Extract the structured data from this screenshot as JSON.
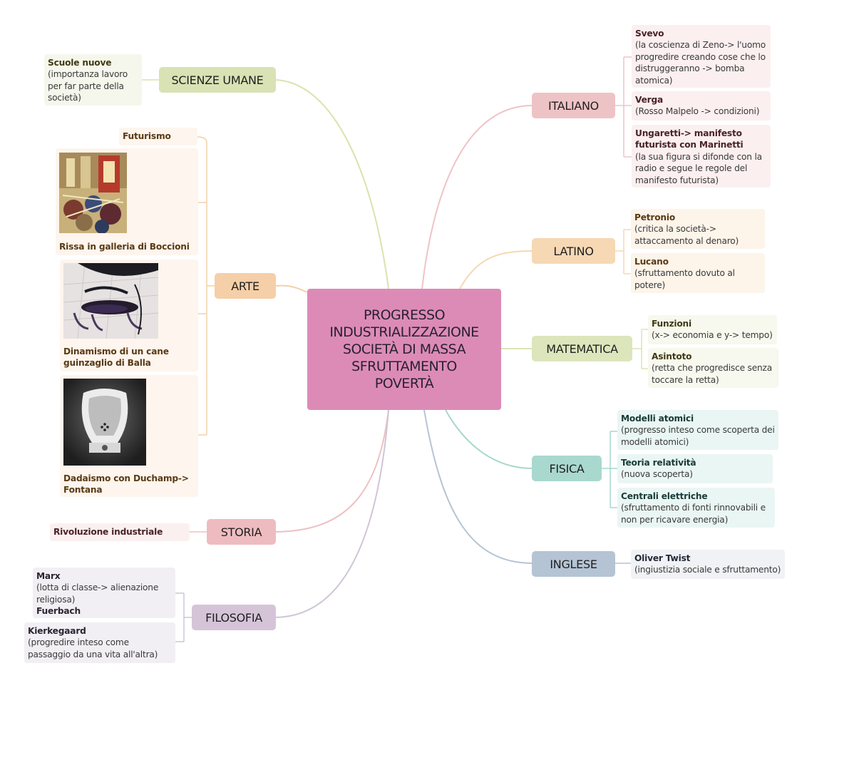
{
  "center": {
    "lines": [
      "PROGRESSO",
      "INDUSTRIALIZZAZIONE",
      "SOCIETÀ DI MASSA",
      "SFRUTTAMENTO",
      "POVERTÀ"
    ]
  },
  "branches": {
    "scienze_umane": {
      "label": "SCIENZE UMANE",
      "leaves": [
        {
          "title": "Scuole nuove",
          "desc": "(importanza lavoro per far parte della società)"
        }
      ]
    },
    "arte": {
      "label": "ARTE",
      "leaves": [
        {
          "title": "Futurismo"
        },
        {
          "caption": "Rissa in galleria di Boccioni"
        },
        {
          "caption": "Dinamismo di un cane guinzaglio di Balla"
        },
        {
          "caption": "Dadaismo con Duchamp-> Fontana"
        }
      ]
    },
    "storia": {
      "label": "STORIA",
      "leaves": [
        {
          "title": "Rivoluzione industriale"
        }
      ]
    },
    "filosofia": {
      "label": "FILOSOFIA",
      "leaves": [
        {
          "title": "Marx",
          "desc": "(lotta di classe-> alienazione religiosa)",
          "title2": "Fuerbach"
        },
        {
          "title": "Kierkegaard",
          "desc": "(progredire inteso come passaggio da una vita all'altra)"
        }
      ]
    },
    "italiano": {
      "label": "ITALIANO",
      "leaves": [
        {
          "title": "Svevo",
          "desc": "(la coscienza di Zeno-> l'uomo progredire creando cose che lo distruggeranno -> bomba atomica)"
        },
        {
          "title": "Verga",
          "desc": "(Rosso Malpelo -> condizioni)"
        },
        {
          "title": "Ungaretti-> manifesto futurista con Marinetti",
          "desc": "(la sua figura si difonde con la radio e segue le regole del manifesto futurista)"
        }
      ]
    },
    "latino": {
      "label": "LATINO",
      "leaves": [
        {
          "title": "Petronio",
          "desc": "(critica la società-> attaccamento al denaro)"
        },
        {
          "title": "Lucano",
          "desc": "(sfruttamento dovuto al potere)"
        }
      ]
    },
    "matematica": {
      "label": "MATEMATICA",
      "leaves": [
        {
          "title": "Funzioni",
          "desc": "(x-> economia e y-> tempo)"
        },
        {
          "title": "Asintoto",
          "desc": "(retta che progredisce senza toccare la retta)"
        }
      ]
    },
    "fisica": {
      "label": "FISICA",
      "leaves": [
        {
          "title": "Modelli atomici",
          "desc": "(progresso inteso come scoperta dei modelli atomici)"
        },
        {
          "title": "Teoria relatività",
          "desc": "(nuova scoperta)"
        },
        {
          "title": "Centrali elettriche",
          "desc": "(sfruttamento di fonti rinnovabili e non per ricavare energia)"
        }
      ]
    },
    "inglese": {
      "label": "INGLESE",
      "leaves": [
        {
          "title": "Oliver Twist",
          "desc": "(ingiustizia sociale e sfruttamento)"
        }
      ]
    }
  },
  "colors": {
    "center": "#dc8bb7",
    "scienze_umane": "#d8e2b4",
    "arte": "#f5cfa8",
    "storia": "#eebcc0",
    "filosofia": "#d5c4d8",
    "italiano": "#eec3c6",
    "latino": "#f6d8b4",
    "matematica": "#dce5bb",
    "fisica": "#a9d8cf",
    "inglese": "#b5c4d4"
  }
}
